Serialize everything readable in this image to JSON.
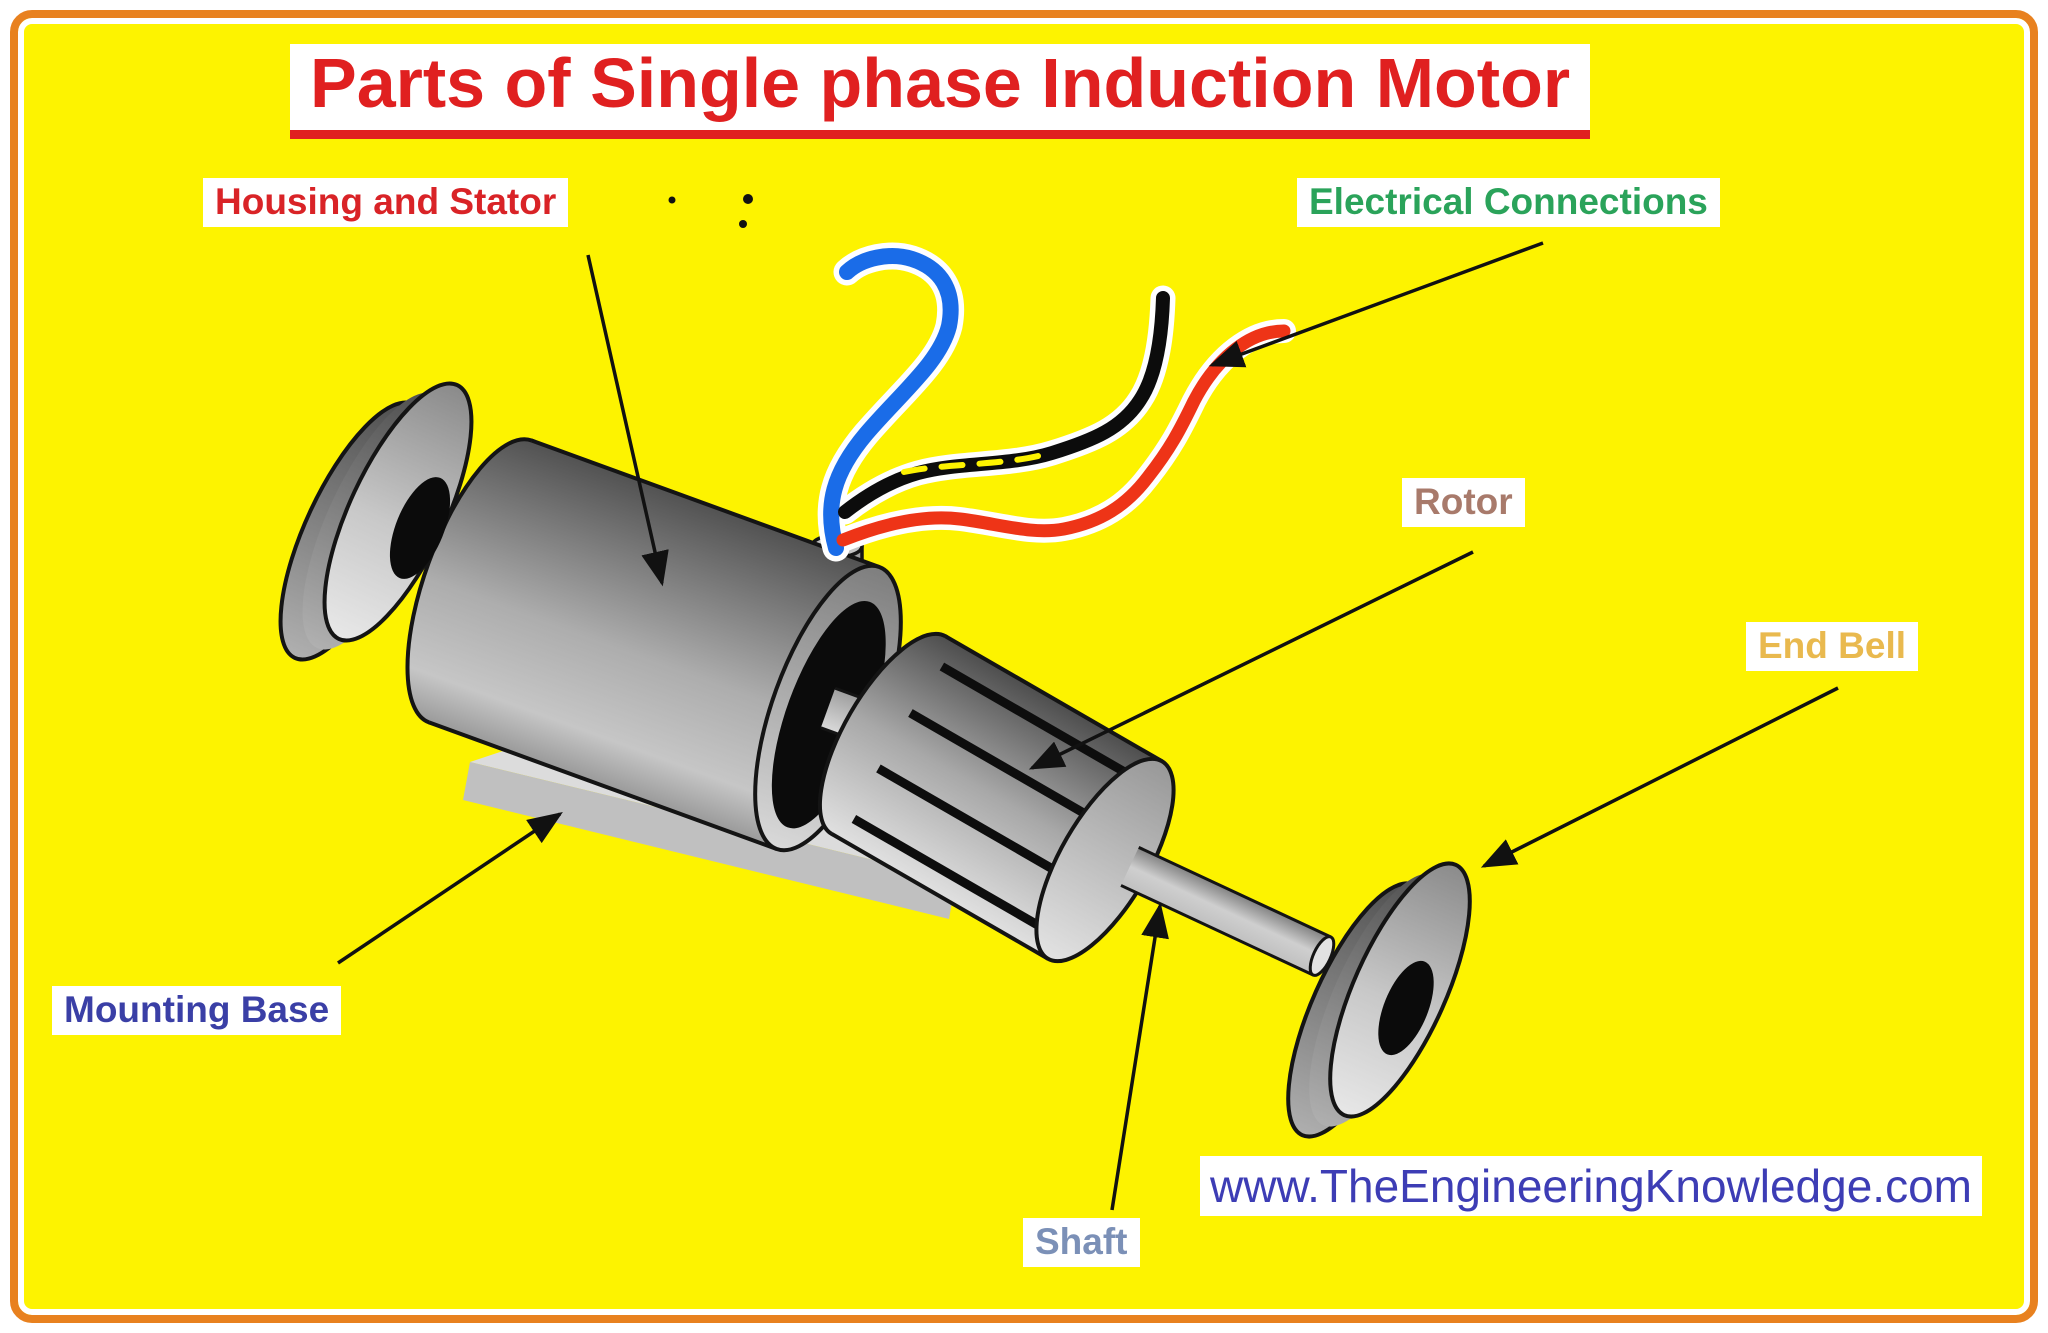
{
  "title": {
    "text": "Parts of Single phase Induction Motor",
    "color": "#E02020"
  },
  "labels": {
    "housing_stator": {
      "text": "Housing and Stator",
      "color": "#D92327"
    },
    "electrical_connections": {
      "text": "Electrical Connections",
      "color": "#2AA35A"
    },
    "rotor": {
      "text": "Rotor",
      "color": "#A87A6B"
    },
    "end_bell": {
      "text": "End Bell",
      "color": "#E9B94E"
    },
    "mounting_base": {
      "text": "Mounting Base",
      "color": "#3A3FA6"
    },
    "shaft": {
      "text": "Shaft",
      "color": "#7B90B7"
    }
  },
  "footer": {
    "website": "www.TheEngineeringKnowledge.com",
    "color": "#3D3DB5"
  },
  "canvas": {
    "background": "#FDF300",
    "border": "#E8811F"
  },
  "diagram": {
    "subject": "Exploded view of a single phase induction motor",
    "parts": [
      "End Bell",
      "Housing and Stator",
      "Mounting Base",
      "Rotor",
      "Shaft",
      "End Bell"
    ],
    "wire_colors": {
      "blue": "#1A6CE8",
      "black": "#0C0C0C",
      "red": "#EE3417"
    },
    "arrow_color": "#111111"
  }
}
